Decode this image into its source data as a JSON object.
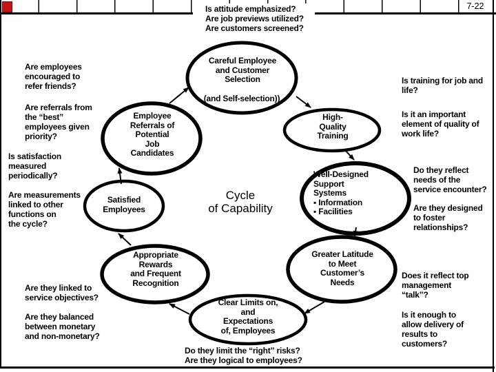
{
  "slide": {
    "number": "7-22"
  },
  "colors": {
    "accent_red": "#c41414",
    "accent_red_dark": "#7a0c0c",
    "line": "#000000"
  },
  "top_questions": {
    "text": "Is attitude emphasized?\nAre job previews utilized?\nAre customers screened?"
  },
  "left_questions": [
    {
      "text": "Are employees\nencouraged to\nrefer friends?"
    },
    {
      "text": "Are referrals from\nthe “best”\nemployees given\npriority?"
    },
    {
      "text": "Is satisfaction\nmeasured\nperiodically?"
    },
    {
      "text": "Are measurements\nlinked to other\nfunctions on\nthe cycle?"
    },
    {
      "text": "Are they linked to\nservice objectives?"
    },
    {
      "text": "Are they balanced\nbetween monetary\nand non-monetary?"
    }
  ],
  "right_questions": [
    {
      "text": "Is training for job and\nlife?"
    },
    {
      "text": "Is it an important\nelement of quality of\nwork life?"
    },
    {
      "text": "Do they reflect\nneeds of the\nservice encounter?"
    },
    {
      "text": "Are they designed\nto foster\nrelationships?"
    },
    {
      "text": "Does it reflect top\nmanagement\n“talk”?"
    },
    {
      "text": "Is it enough to\nallow delivery of\nresults to\ncustomers?"
    }
  ],
  "bottom_question": {
    "text": "Do they limit the “right” risks?\nAre they logical to employees?"
  },
  "cycle": {
    "title": "Cycle\nof Capability",
    "nodes": {
      "selection": {
        "label": "Careful Employee\nand Customer\nSelection",
        "note": "(and Self-selection))"
      },
      "referrals": {
        "label": "Employee\nReferrals of\nPotential\nJob\nCandidates"
      },
      "satisfied": {
        "label": "Satisfied\nEmployees"
      },
      "rewards": {
        "label": "Appropriate\nRewards\nand Frequent\nRecognition"
      },
      "limits": {
        "label": "Clear Limits on,\nand\nExpectations\nof, Employees"
      },
      "latitude": {
        "label": "Greater Latitude\nto Meet\nCustomer’s\nNeeds"
      },
      "support": {
        "label": "Well-Designed\nSupport\nSystems\n▪ Information\n▪ Facilities"
      },
      "training": {
        "label": "High-\nQuality\nTraining"
      }
    }
  }
}
